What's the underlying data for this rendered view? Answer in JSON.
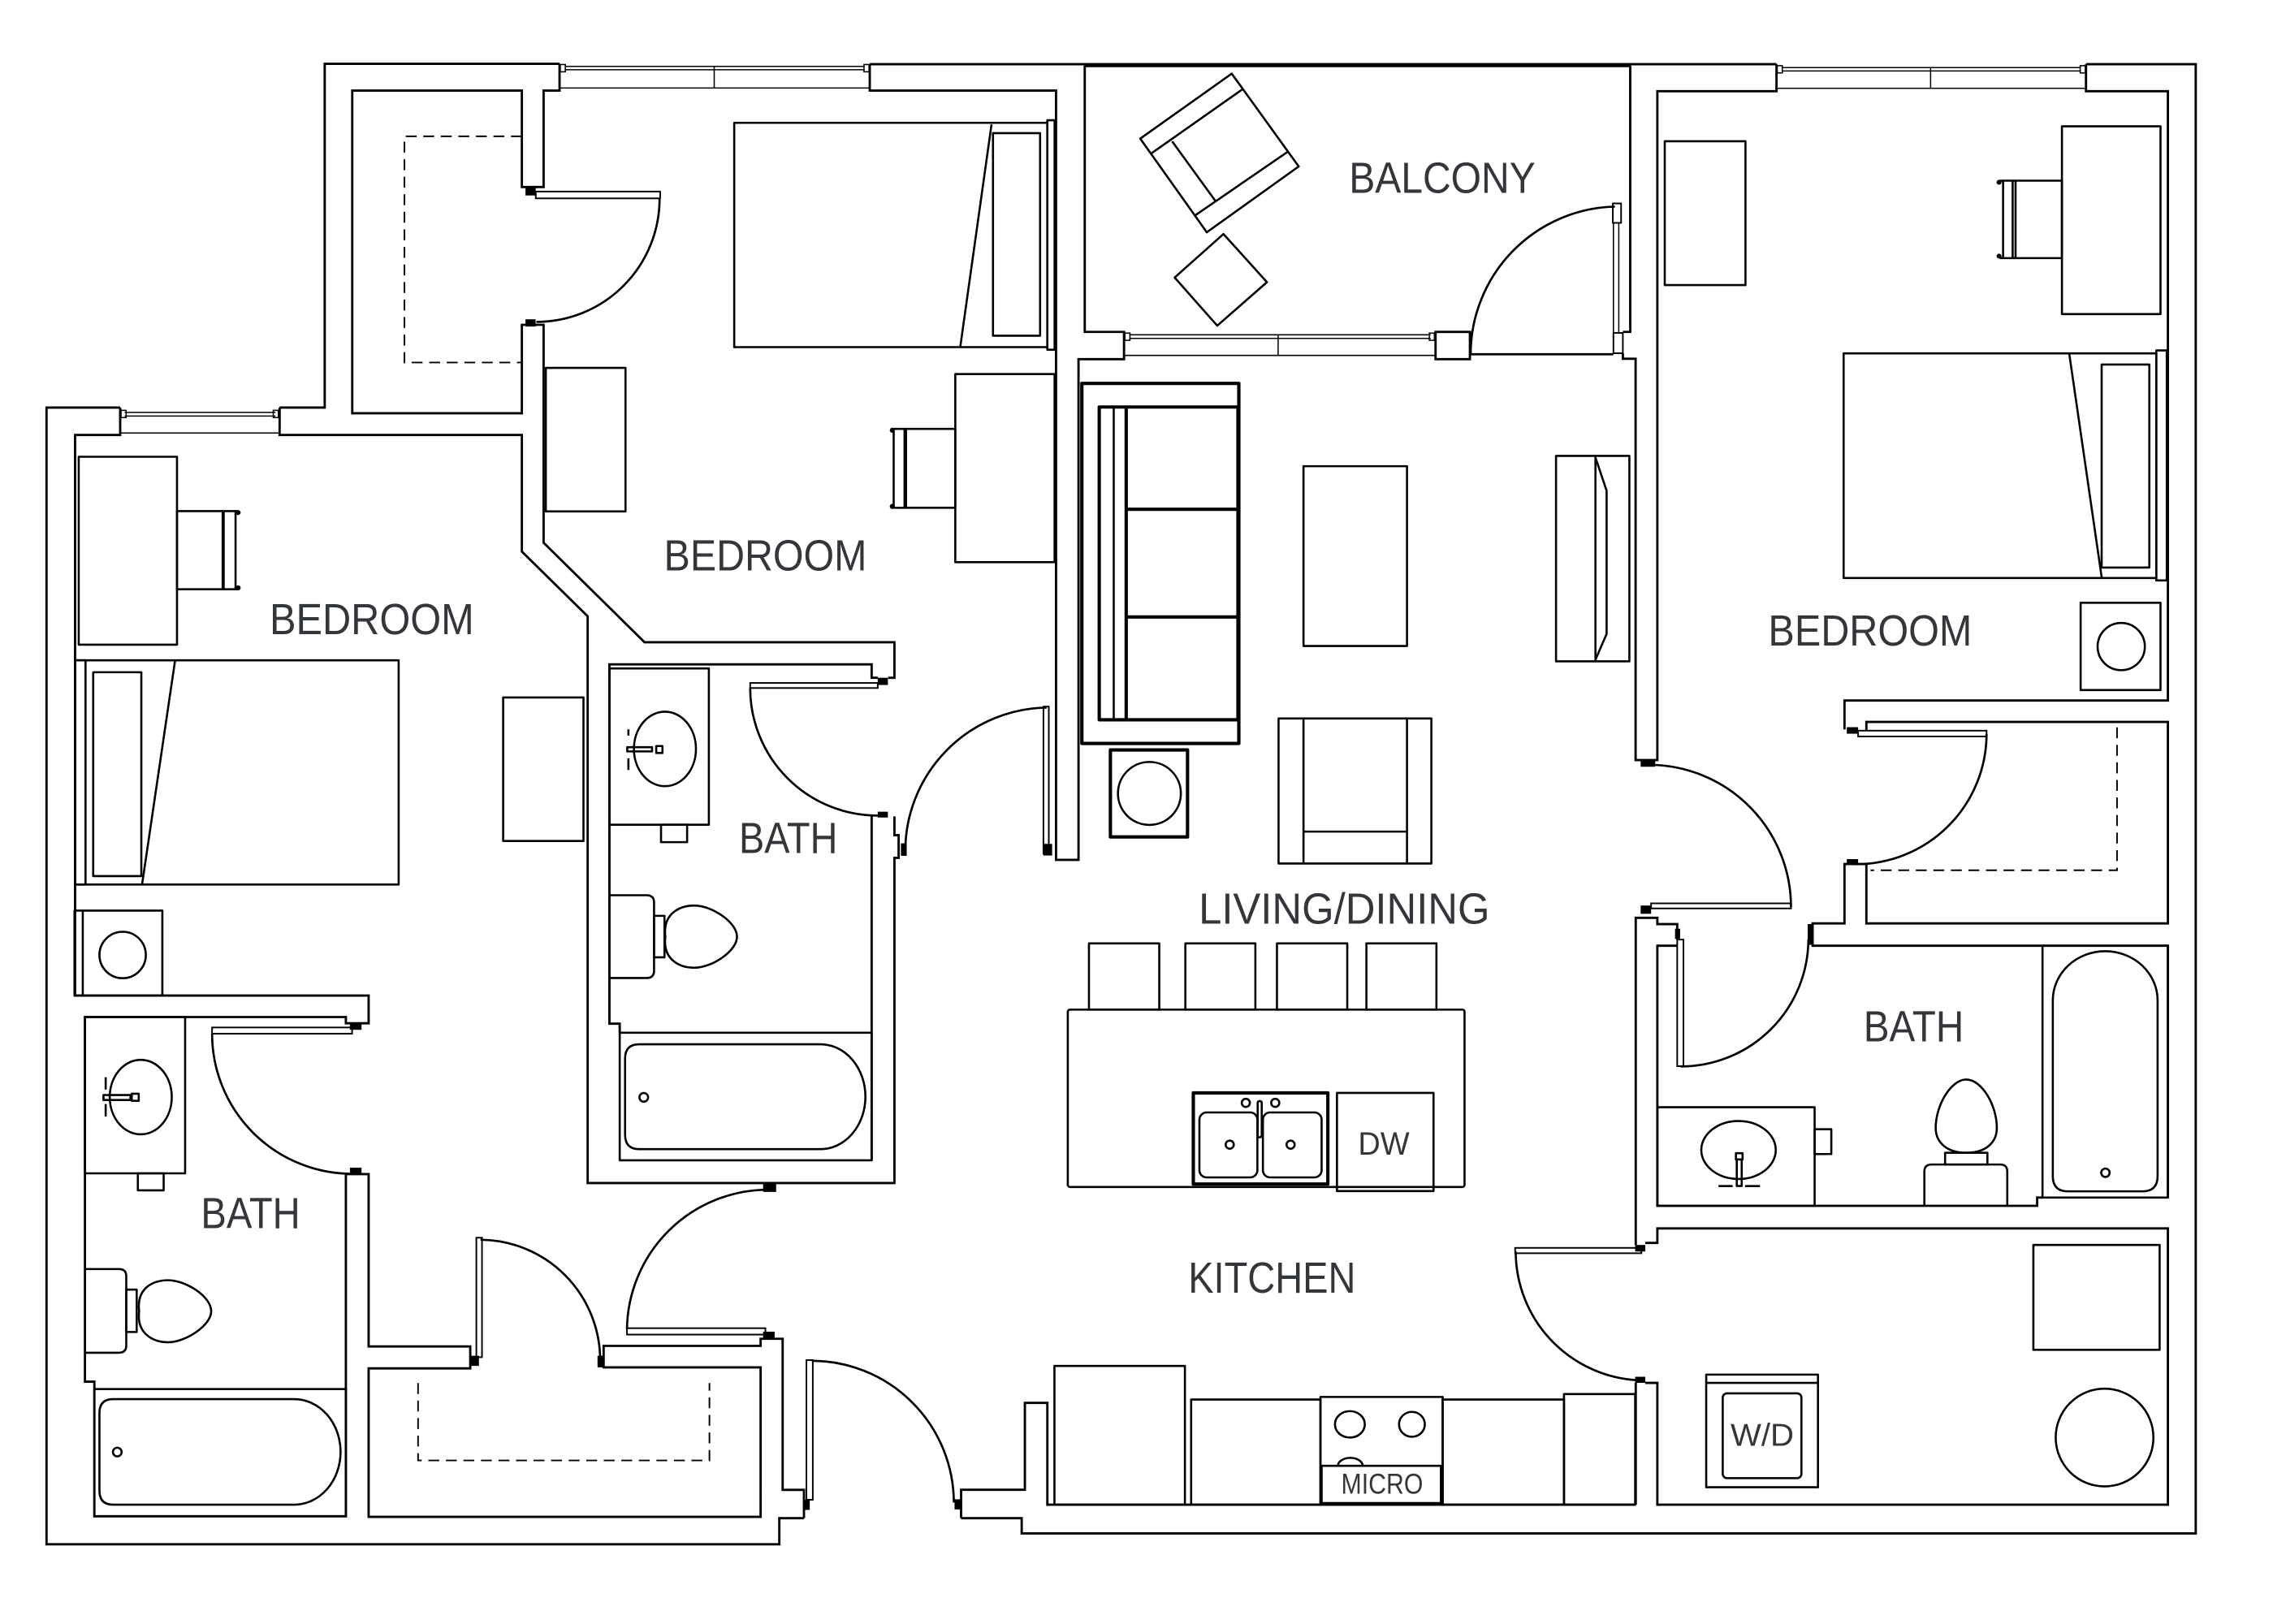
{
  "theme": {
    "line": "#000000",
    "label": "#33373c",
    "background": "#ffffff"
  },
  "floor_plan": {
    "rooms": {
      "balcony": {
        "label": "BALCONY"
      },
      "bedroom_left": {
        "label": "BEDROOM"
      },
      "bedroom_center": {
        "label": "BEDROOM"
      },
      "bedroom_right": {
        "label": "BEDROOM"
      },
      "bath_left": {
        "label": "BATH"
      },
      "bath_center": {
        "label": "BATH"
      },
      "bath_right": {
        "label": "BATH"
      },
      "living_dining": {
        "label": "LIVING/DINING"
      },
      "kitchen": {
        "label": "KITCHEN"
      }
    },
    "appliances": {
      "dishwasher": {
        "label": "DW"
      },
      "microwave": {
        "label": "MICRO"
      },
      "washer_dryer": {
        "label": "W/D"
      }
    },
    "symbols": {
      "balcony": [
        "lounge-chair-icon",
        "side-table-icon",
        "swing-door-icon",
        "sliding-door-icon"
      ],
      "bedrooms": [
        "bed-icon",
        "pillow-icon",
        "desk-icon",
        "desk-chair-icon",
        "dresser-icon",
        "nightstand-icon",
        "lamp-icon",
        "closet-rod-icon",
        "window-icon"
      ],
      "baths": [
        "bathtub-icon",
        "toilet-icon",
        "vanity-sink-icon",
        "faucet-icon"
      ],
      "living_dining": [
        "sofa-icon",
        "coffee-table-icon",
        "armchair-icon",
        "end-table-lamp-icon",
        "tv-console-icon",
        "bar-stool-icon"
      ],
      "kitchen": [
        "kitchen-island-icon",
        "double-sink-icon",
        "dishwasher-icon",
        "refrigerator-icon",
        "range-icon",
        "microwave-icon",
        "counter-icon",
        "pantry-icon"
      ],
      "laundry": [
        "washer-dryer-icon",
        "water-heater-icon",
        "storage-shelf-icon"
      ]
    }
  }
}
